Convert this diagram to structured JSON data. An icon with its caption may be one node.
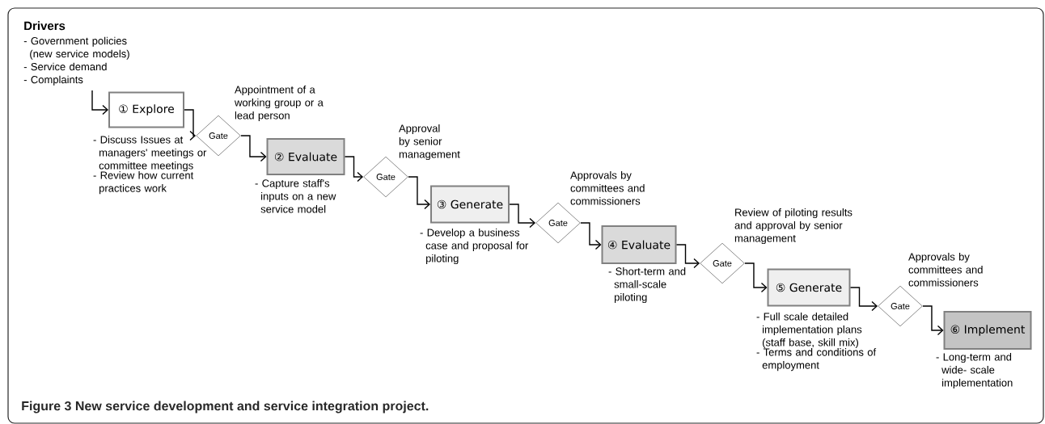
{
  "diagram": {
    "caption": "Figure 3 New service development and service integration project.",
    "nodes": [
      {
        "text": [
          "Drivers",
          "- Government policies (new service models)",
          "- Service demand",
          "- Complaints"
        ]
      },
      {
        "text": [
          "① Explore"
        ],
        "beside": [
          "- Discuss Issues at managers'  meetings or committee meetings",
          "- Review how current practices work"
        ]
      },
      {
        "text": [
          "Gate"
        ],
        "beside": [
          "Appointment of a working group or a lead person"
        ]
      },
      {
        "text": [
          "② Evaluate"
        ],
        "beside": [
          "- Capture staff's inputs on a new service model"
        ]
      },
      {
        "text": [
          "Gate"
        ],
        "beside": [
          "Approval by senior management"
        ]
      },
      {
        "text": [
          "③ Generate"
        ],
        "beside": [
          "- Develop a business case and proposal for piloting"
        ]
      },
      {
        "text": [
          "Gate"
        ],
        "beside": [
          "Approvals by committees and commissioners"
        ]
      },
      {
        "text": [
          "④ Evaluate"
        ],
        "beside": [
          "- Short-term and small-scale piloting"
        ]
      },
      {
        "text": [
          "Gate"
        ],
        "beside": [
          "Review of piloting results and approval by senior management"
        ]
      },
      {
        "text": [
          "⑤ Generate"
        ],
        "beside": [
          "- Full scale detailed implementation plans (staff base, skill mix)",
          "- Terms and conditions of employment"
        ]
      },
      {
        "text": [
          "Gate"
        ],
        "beside": [
          "Approvals by committees and commissioners"
        ]
      },
      {
        "text": [
          "⑥ Implement"
        ],
        "beside": [
          "- Long-term and wide- scale implementation"
        ]
      }
    ],
    "edges": [
      {
        "from": 0,
        "to": 1,
        "arrow": "to"
      },
      {
        "from": 1,
        "to": 2,
        "arrow": "to"
      },
      {
        "from": 2,
        "to": 3,
        "arrow": "to"
      },
      {
        "from": 3,
        "to": 4,
        "arrow": "to"
      },
      {
        "from": 4,
        "to": 5,
        "arrow": "to"
      },
      {
        "from": 5,
        "to": 6,
        "arrow": "to"
      },
      {
        "from": 6,
        "to": 7,
        "arrow": "to"
      },
      {
        "from": 7,
        "to": 8,
        "arrow": "to"
      },
      {
        "from": 8,
        "to": 9,
        "arrow": "to"
      },
      {
        "from": 9,
        "to": 10,
        "arrow": "to"
      },
      {
        "from": 10,
        "to": 11,
        "arrow": "to"
      }
    ]
  }
}
